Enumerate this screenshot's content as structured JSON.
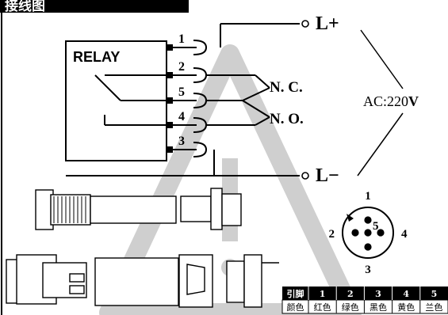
{
  "title": "接线图",
  "relay": {
    "label": "RELAY"
  },
  "pins": [
    "1",
    "2",
    "5",
    "4",
    "3"
  ],
  "terminals": {
    "l_plus": "L+",
    "l_minus": "L−"
  },
  "contacts": {
    "nc": "N. C.",
    "no": "N. O."
  },
  "supply": {
    "prefix": "AC:",
    "voltage": "220",
    "unit": "V"
  },
  "connector": {
    "pins": [
      "1",
      "2",
      "5",
      "4",
      "3"
    ]
  },
  "wire_table": {
    "header_label": "引脚",
    "pins": [
      "1",
      "2",
      "3",
      "4",
      "5"
    ],
    "row_label": "颜色",
    "colors": [
      "红色",
      "绿色",
      "黑色",
      "黄色",
      "兰色"
    ]
  },
  "colors": {
    "line": "#000000",
    "watermark": "#cfcfcf",
    "table_header": "#000000"
  }
}
